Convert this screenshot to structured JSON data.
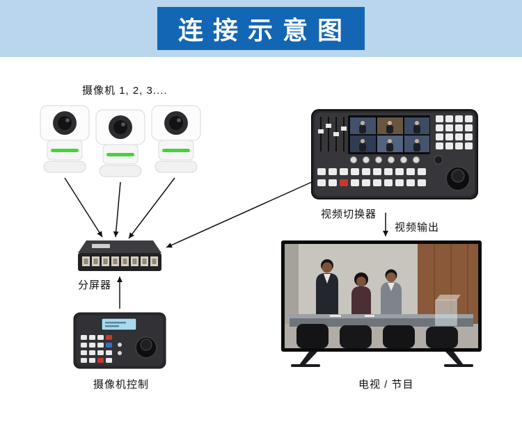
{
  "banner": {
    "title": "连 接 示 意 图"
  },
  "diagram": {
    "labels": {
      "cameras": "摄像机 1, 2, 3....",
      "video_switcher": "视频切换器",
      "video_output": "视频输出",
      "splitter": "分屏器",
      "camera_control": "摄像机控制",
      "tv_program": "电视 / 节目"
    },
    "icons": [
      "ptz-camera-icon",
      "network-switch-icon",
      "video-switcher-icon",
      "camera-controller-icon",
      "tv-icon",
      "connection-arrow"
    ],
    "colors": {
      "banner_background": "#b9d6ee",
      "banner_box": "#1266b4",
      "camera_led_green": "#46d23c",
      "arrow": "#111111"
    }
  }
}
